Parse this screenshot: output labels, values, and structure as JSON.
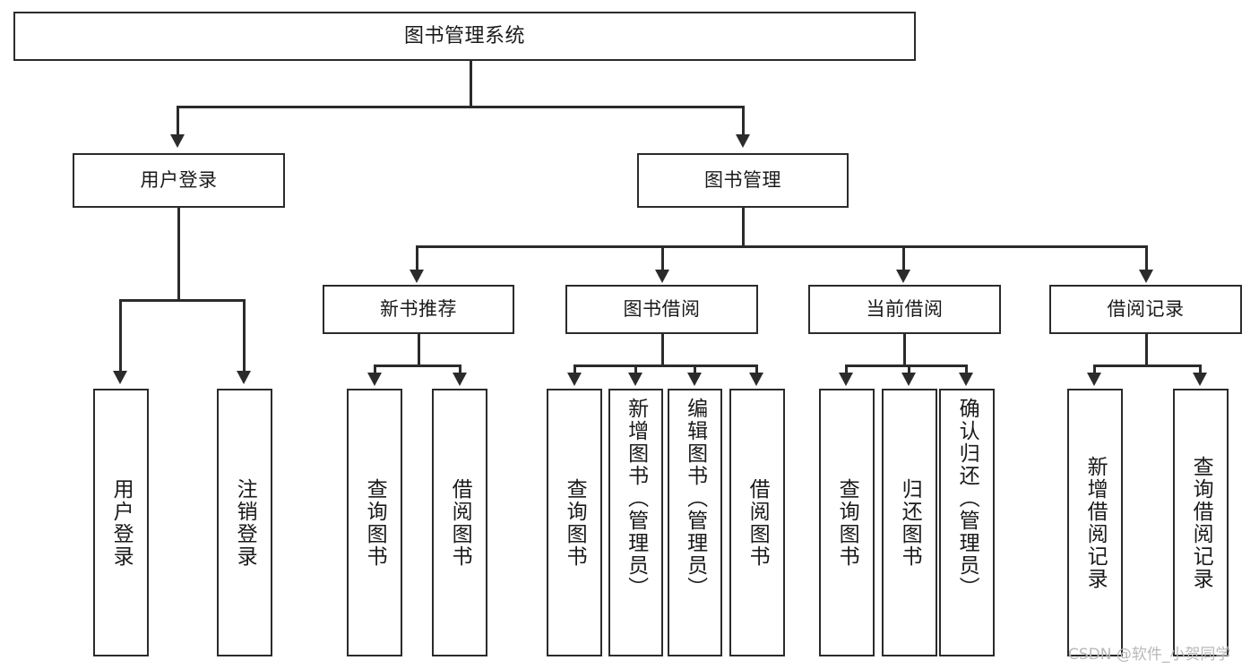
{
  "diagram": {
    "title": "图书管理系统",
    "type": "tree",
    "watermark": "CSDN @软件_小贺同学",
    "colors": {
      "stroke": "#2b2b2b",
      "fill": "#ffffff",
      "text": "#1a1a1a",
      "watermark": "#b9b9b9"
    },
    "nodes": {
      "root": {
        "label": "图书管理系统"
      },
      "level2": [
        {
          "id": "user-login",
          "label": "用户登录"
        },
        {
          "id": "book-manage",
          "label": "图书管理"
        }
      ],
      "level3": [
        {
          "id": "new-book-rec",
          "label": "新书推荐"
        },
        {
          "id": "book-borrow",
          "label": "图书借阅"
        },
        {
          "id": "current-borrow",
          "label": "当前借阅"
        },
        {
          "id": "borrow-record",
          "label": "借阅记录"
        }
      ],
      "leaves": [
        {
          "id": "leaf-user-login",
          "label": "用户登录"
        },
        {
          "id": "leaf-logout",
          "label": "注销登录"
        },
        {
          "id": "leaf-query-book-1",
          "label": "查询图书"
        },
        {
          "id": "leaf-borrow-book-1",
          "label": "借阅图书"
        },
        {
          "id": "leaf-query-book-2",
          "label": "查询图书"
        },
        {
          "id": "leaf-add-book",
          "label": "新增图书（管理员）"
        },
        {
          "id": "leaf-edit-book",
          "label": "编辑图书（管理员）"
        },
        {
          "id": "leaf-borrow-book-2",
          "label": "借阅图书"
        },
        {
          "id": "leaf-query-book-3",
          "label": "查询图书"
        },
        {
          "id": "leaf-return-book",
          "label": "归还图书"
        },
        {
          "id": "leaf-confirm-return",
          "label": "确认归还（管理员）"
        },
        {
          "id": "leaf-add-record",
          "label": "新增借阅记录"
        },
        {
          "id": "leaf-query-record",
          "label": "查询借阅记录"
        }
      ]
    }
  }
}
